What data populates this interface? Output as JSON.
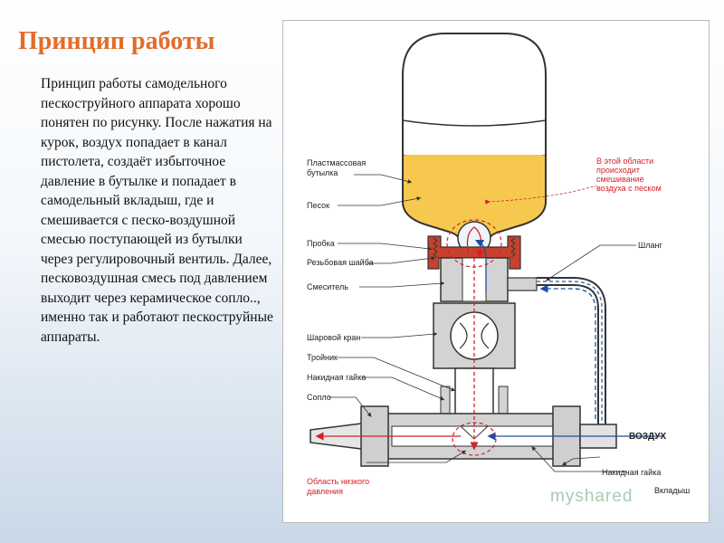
{
  "slide": {
    "title": "Принцип работы",
    "body": "Принцип работы самодельного пескоструйного аппарата хорошо понятен по рисунку. После нажатия на курок, воздух попадает в канал пистолета, создаёт избыточное давление в бутылке и попадает в самодельный вкладыш, где и смешивается с песко-воздушной смесью поступающей из бутылки через регулировочный вентиль. Далее, песковоздушная смесь под давлением выходит через керамическое сопло.., именно так и работают пескоструйные аппараты."
  },
  "diagram": {
    "labels": {
      "bottle": [
        "Пластмассовая",
        "бутылка"
      ],
      "sand": "Песок",
      "cork": "Пробка",
      "washer": "Резьбовая шайба",
      "mixer": "Смеситель",
      "ball_valve": "Шаровой кран",
      "tee": "Тройник",
      "nut_top": "Накидная гайка",
      "nozzle": "Сопло",
      "low_pressure": [
        "Область низкого",
        "давления"
      ],
      "hose": "Шланг",
      "air": "ВОЗДУХ",
      "nut_bottom": "Накидная гайка",
      "insert": "Вкладыш",
      "mix_area": [
        "В этой области",
        "происходит",
        "смешивание",
        "воздуха с песком"
      ]
    },
    "watermark": "myshared",
    "colors": {
      "sand": "#f6c94e",
      "red": "#d4212a",
      "metal": "#c9c9c9",
      "hose": "#3b7bbf",
      "title": "#e36c2a"
    }
  }
}
